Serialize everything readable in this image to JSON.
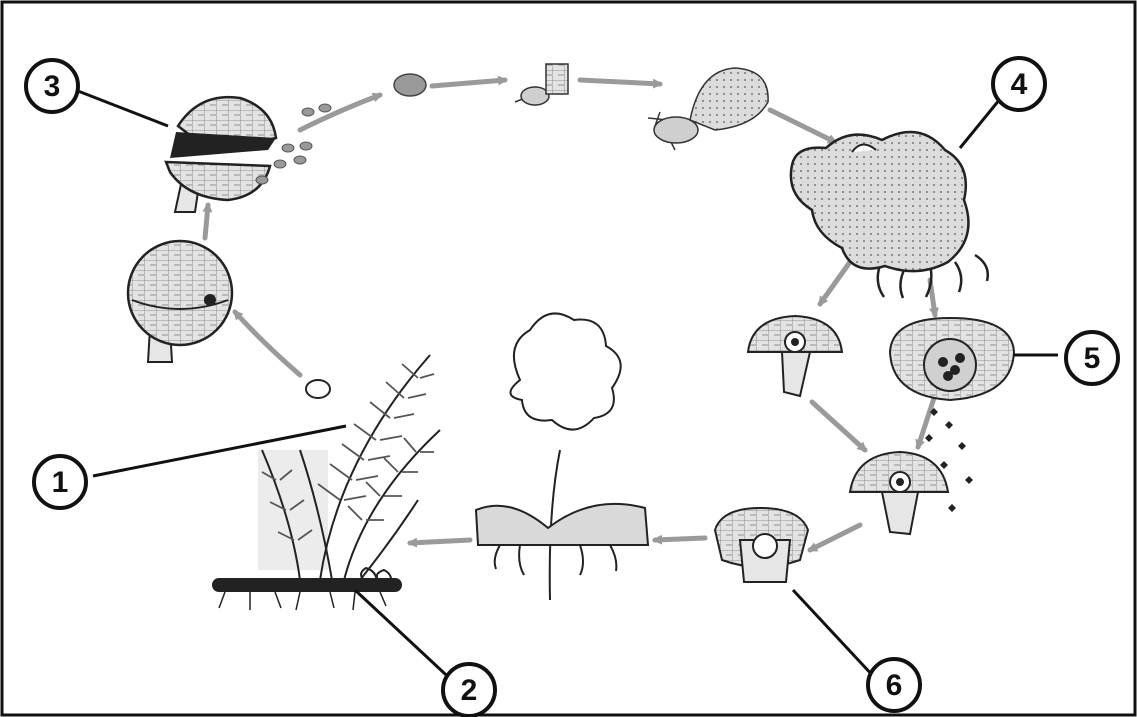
{
  "labels": {
    "one": "1",
    "two": "2",
    "three": "3",
    "four": "4",
    "five": "5",
    "six": "6"
  },
  "colors": {
    "arrow": "#9a9a9a",
    "ink": "#111111",
    "tissue": "#d4d4d4",
    "background": "#ffffff"
  }
}
